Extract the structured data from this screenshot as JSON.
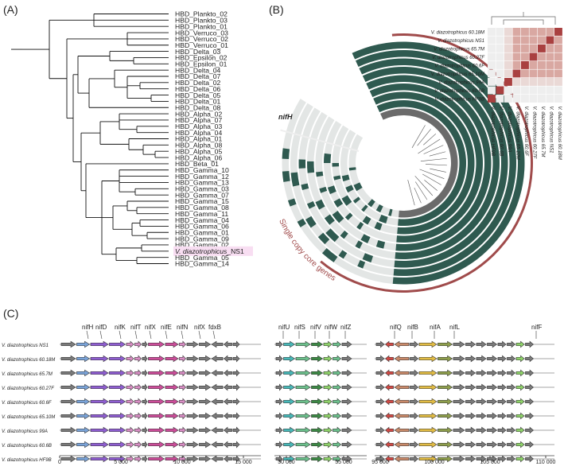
{
  "panels": {
    "a": "(A)",
    "b": "(B)",
    "c": "(C)"
  },
  "tree_leaves": [
    "HBD_Plankto_02",
    "HBD_Plankto_03",
    "HBD_Plankto_01",
    "HBD_Verruco_03",
    "HBD_Verruco_02",
    "HBD_Verruco_01",
    "HBD_Delta_03",
    "HBD_Epsilon_02",
    "HBD_Epsilon_01",
    "HBD_Delta_04",
    "HBD_Delta_07",
    "HBD_Delta_02",
    "HBD_Delta_06",
    "HBD_Delta_05",
    "HBD_Delta_01",
    "HBD_Delta_08",
    "HBD_Alpha_02",
    "HBD_Alpha_07",
    "HBD_Alpha_03",
    "HBD_Alpha_04",
    "HBD_Alpha_01",
    "HBD_Alpha_08",
    "HBD_Alpha_05",
    "HBD_Alpha_06",
    "HBD_Beta_01",
    "HBD_Gamma_10",
    "HBD_Gamma_12",
    "HBD_Gamma_13",
    "HBD_Gamma_03",
    "HBD_Gamma_07",
    "HBD_Gamma_15",
    "HBD_Gamma_08",
    "HBD_Gamma_11",
    "HBD_Gamma_04",
    "HBD_Gamma_06",
    "HBD_Gamma_01",
    "HBD_Gamma_09",
    "HBD_Gamma_02",
    "V. diazotrophicus_NS1",
    "HBD_Gamma_05",
    "HBD_Gamma_14"
  ],
  "highlight_leaf": "V. diazotrophicus_NS1",
  "highlight_color": "#f8def2",
  "strains": [
    "V. diazotrophicus 60.18M",
    "V. diazotrophicus NS1",
    "V. diazotrophicus 65.7M",
    "V. diazotrophicus 60.27F",
    "V. diazotrophicus 60.6F",
    "V. diazotrophicus 65.10M",
    "V. diazotrophicus 99A",
    "V. diazotrophicus 60.6B",
    "V. diazotrophicus HF9B"
  ],
  "circle_labels": {
    "nifH": "nifH",
    "core": "Single copy core genes"
  },
  "colors": {
    "ring_dark": "#2f5a50",
    "ring_light": "#e3e6e5",
    "ring_mid": "#6b6b6b",
    "accent": "#a04b4b",
    "heat_dark": "#a94040",
    "heat_mid": "#d9a8a2",
    "heat_light": "#ead9d6"
  },
  "c_rows": [
    "V. diazotrophicus NS1",
    "V. diazotrophicus 60.18M",
    "V. diazotrophicus 65.7M",
    "V. diazotrophicus 60.27F",
    "V. diazotrophicus 60.6F",
    "V. diazotrophicus 65.10M",
    "V. diazotrophicus 99A",
    "V. diazotrophicus 60.6B",
    "V. diazotrophicus HF9B"
  ],
  "gene_labels": {
    "seg1": [
      "nifH",
      "nifD",
      "nifK",
      "nifT",
      "nifX",
      "nifE",
      "nifN",
      "nifX",
      "fdxB"
    ],
    "seg2": [
      "nifU",
      "nifS",
      "nifV",
      "nifW",
      "nifZ"
    ],
    "seg3": [
      "nifQ",
      "nifB",
      "nifA",
      "nifL",
      "nifF"
    ]
  },
  "axis_ticks": {
    "seg1": [
      "0",
      "5 000",
      "10 000",
      "15 000"
    ],
    "seg2": [
      "50 000",
      "55 000"
    ],
    "seg3": [
      "95 000",
      "100 000",
      "105 000",
      "110 000"
    ]
  },
  "gene_colors": {
    "grey": "#7b7b7b",
    "blue": "#7aa3d8",
    "purple": "#8f5ed1",
    "pink": "#d98ec5",
    "magenta": "#cc4d9a",
    "teal": "#48b8b8",
    "green": "#6cc08c",
    "dgreen": "#3d8a45",
    "lgreen": "#8fd36a",
    "red": "#d24a45",
    "brown": "#c98a6a",
    "yellow": "#e2bc44",
    "olive": "#8e9e4c"
  }
}
